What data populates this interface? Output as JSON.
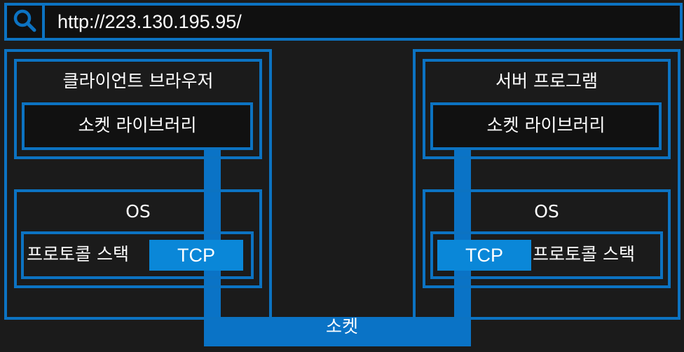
{
  "url_bar": {
    "url": "http://223.130.195.95/",
    "icon": "search-icon"
  },
  "client": {
    "app_label": "클라이언트 브라우저",
    "socket_library_label": "소켓 라이브러리",
    "os_label": "OS",
    "protocol_stack_label": "프로토콜 스택",
    "tcp_label": "TCP"
  },
  "server": {
    "app_label": "서버 프로그램",
    "socket_library_label": "소켓 라이브러리",
    "os_label": "OS",
    "protocol_stack_label": "프로토콜 스택",
    "tcp_label": "TCP"
  },
  "socket_label": "소켓",
  "colors": {
    "accent": "#0c73c2",
    "tcp_fill": "#0a87d8",
    "background": "#1b1b1b"
  }
}
